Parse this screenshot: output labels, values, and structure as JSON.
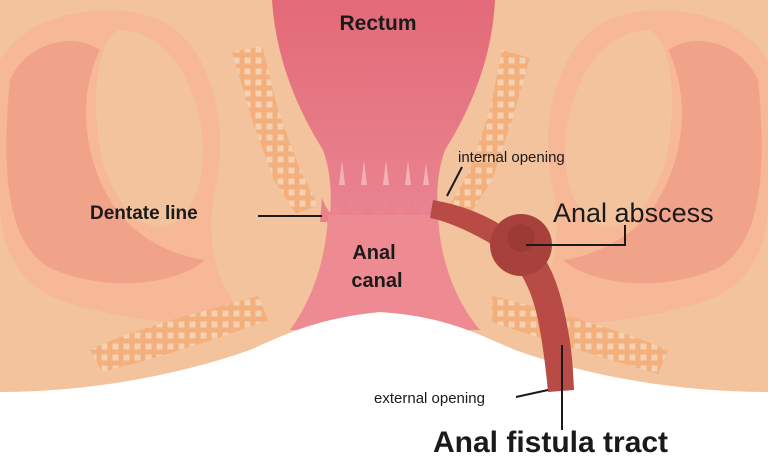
{
  "diagram": {
    "labels": {
      "rectum": "Rectum",
      "anal_canal_line1": "Anal",
      "anal_canal_line2": "canal",
      "dentate_line": "Dentate line",
      "internal_opening": "internal opening",
      "anal_abscess": "Anal abscess",
      "external_opening": "external opening",
      "anal_fistula_tract": "Anal fistula tract"
    },
    "colors": {
      "skin_background": "#f2c39c",
      "gluteal_fold": "#ef9c86",
      "outer_tissue": "#f6b896",
      "rectum_top": "#e36f7c",
      "rectum_bottom": "#e8808a",
      "anal_canal": "#ee8a92",
      "fistula_tract": "#b84b46",
      "abscess": "#a8413c",
      "sphincter_mesh": "#f3b07c",
      "label_line": "#1a1a1a",
      "outside": "#ffffff"
    }
  }
}
